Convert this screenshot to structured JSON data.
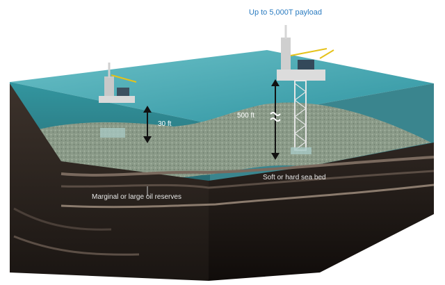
{
  "diagram": {
    "labels": {
      "payload": "Up to 5,000T payload",
      "depth_shallow": "30 ft",
      "depth_deep": "500 ft",
      "seabed": "Soft or hard sea bed",
      "reserves": "Marginal or large oil reserves"
    },
    "colors": {
      "water_surface": "#3aa0ad",
      "water_body": "#1f7c86",
      "seabed": "#8c9c8a",
      "earth_dark": "#2a2420",
      "earth_band": "#6a5c52",
      "label_blue": "#2a7bc0"
    }
  }
}
